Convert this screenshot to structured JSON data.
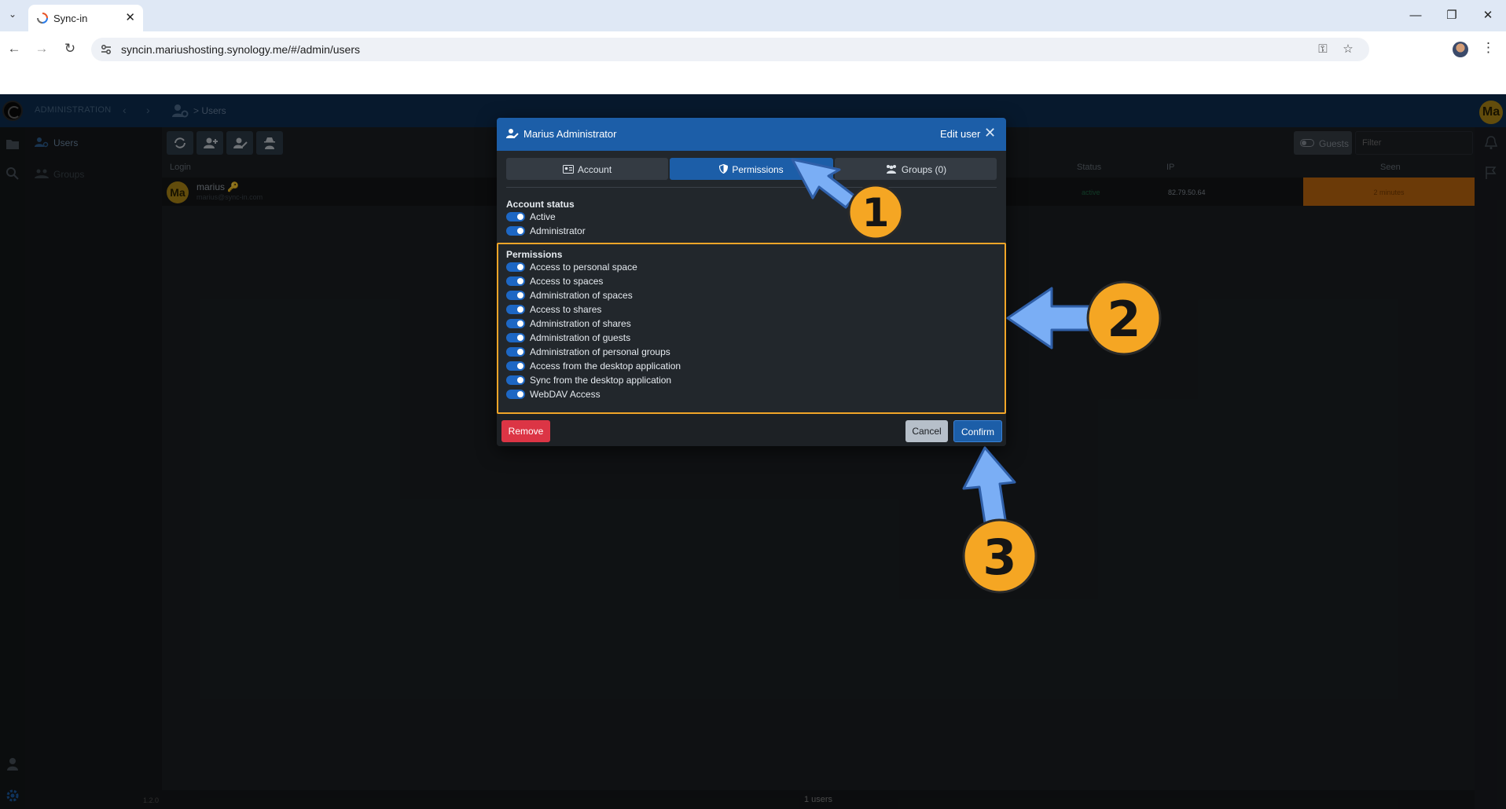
{
  "browser": {
    "tab_title": "Sync-in",
    "url": "syncin.mariushosting.synology.me/#/admin/users"
  },
  "app": {
    "section": "ADMINISTRATION",
    "breadcrumb": "Users",
    "avatar_initials": "Ma",
    "version": "1.2.0",
    "accent_color": "#1c5ea8"
  },
  "sidebar": {
    "items": [
      {
        "label": "Users",
        "active": true
      },
      {
        "label": "Groups",
        "active": false
      }
    ]
  },
  "toolbar": {
    "guests_label": "Guests",
    "filter_placeholder": "Filter"
  },
  "table": {
    "columns": [
      "Login",
      "Status",
      "IP",
      "Seen"
    ],
    "rows": [
      {
        "avatar": "Ma",
        "login": "marius 🔑",
        "email": "marius@sync-in.com",
        "status": "active",
        "ip": "82.79.50.64",
        "seen": "2 minutes"
      }
    ],
    "footer_count": "1 users"
  },
  "modal": {
    "title": "Marius Administrator",
    "subtitle": "Edit user",
    "tabs": [
      {
        "label": "Account",
        "icon": "id-card-icon",
        "active": false
      },
      {
        "label": "Permissions",
        "icon": "shield-icon",
        "active": true
      },
      {
        "label": "Groups (0)",
        "icon": "users-icon",
        "active": false
      }
    ],
    "account_status": {
      "label": "Account status",
      "options": [
        {
          "label": "Active",
          "enabled": true
        },
        {
          "label": "Administrator",
          "enabled": true
        }
      ]
    },
    "permissions": {
      "label": "Permissions",
      "options": [
        {
          "label": "Access to personal space",
          "enabled": true
        },
        {
          "label": "Access to spaces",
          "enabled": true
        },
        {
          "label": "Administration of spaces",
          "enabled": true
        },
        {
          "label": "Access to shares",
          "enabled": true
        },
        {
          "label": "Administration of shares",
          "enabled": true
        },
        {
          "label": "Administration of guests",
          "enabled": true
        },
        {
          "label": "Administration of personal groups",
          "enabled": true
        },
        {
          "label": "Access from the desktop application",
          "enabled": true
        },
        {
          "label": "Sync from the desktop application",
          "enabled": true
        },
        {
          "label": "WebDAV Access",
          "enabled": true
        }
      ]
    },
    "buttons": {
      "remove": "Remove",
      "cancel": "Cancel",
      "confirm": "Confirm"
    }
  },
  "annotations": {
    "markers": [
      "1",
      "2",
      "3"
    ],
    "marker_color": "#f5a623",
    "arrow_color": "#7aaef5"
  }
}
